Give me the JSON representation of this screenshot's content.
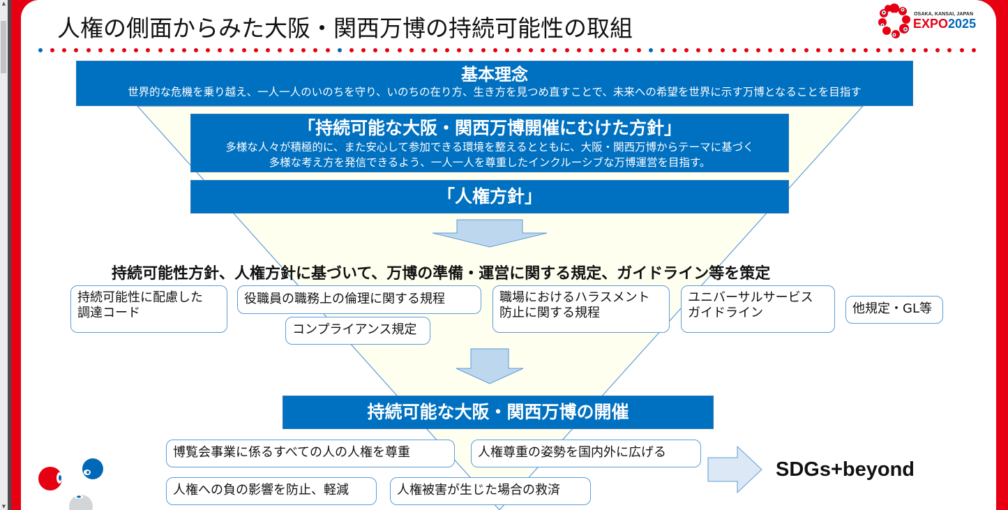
{
  "window": {
    "scrollbar": {
      "up_arrow": "▲",
      "down_arrow": "▼"
    }
  },
  "slide": {
    "title": "人権の側面からみた大阪・関西万博の持続可能性の取組",
    "logo": {
      "icon": "myaku-myaku-ring-icon",
      "subtitle": "OSAKA, KANSAI, JAPAN",
      "expo": "EXPO",
      "year": "2025"
    },
    "colors": {
      "frame_red": "#e60012",
      "accent_blue": "#0070c0",
      "box_border": "#5b9bd5",
      "funnel_fill": "#fffff0",
      "arrow_fill": "#bdd7ee"
    },
    "basic_principle": {
      "heading": "基本理念",
      "text": "世界的な危機を乗り越え、一人一人のいのちを守り、いのちの在り方、生き方を見つめ直すことで、未来への希望を世界に示す万博となることを目指す"
    },
    "sustainability_policy": {
      "heading": "「持続可能な大阪・関西万博開催にむけた方針」",
      "line1": "多様な人々が積極的に、また安心して参加できる環境を整えるとともに、大阪・関西万博からテーマに基づく",
      "line2": "多様な考え方を発信できるよう、一人一人を尊重したインクルーシブな万博運営を目指す。"
    },
    "human_rights_policy": {
      "heading": "「人権方針」"
    },
    "rules_heading": "持続可能性方針、人権方針に基づいて、万博の準備・運営に関する規定、ガイドライン等を策定",
    "rules": [
      {
        "line1": "持続可能性に配慮した",
        "line2": "調達コード"
      },
      {
        "line1": "役職員の職務上の倫理に関する規程",
        "line2": ""
      },
      {
        "line1": "コンプライアンス規定",
        "line2": ""
      },
      {
        "line1": "職場におけるハラスメント",
        "line2": "防止に関する規程"
      },
      {
        "line1": "ユニバーサルサービス",
        "line2": "ガイドライン"
      },
      {
        "line1": "他規定・GL等",
        "line2": ""
      }
    ],
    "outcome": {
      "heading": "持続可能な大阪・関西万博の開催",
      "items": [
        "博覧会事業に係るすべての人の人権を尊重",
        "人権尊重の姿勢を国内外に広げる",
        "人権への負の影響を防止、軽減",
        "人権被害が生じた場合の救済"
      ]
    },
    "goal": "SDGs+beyond"
  }
}
